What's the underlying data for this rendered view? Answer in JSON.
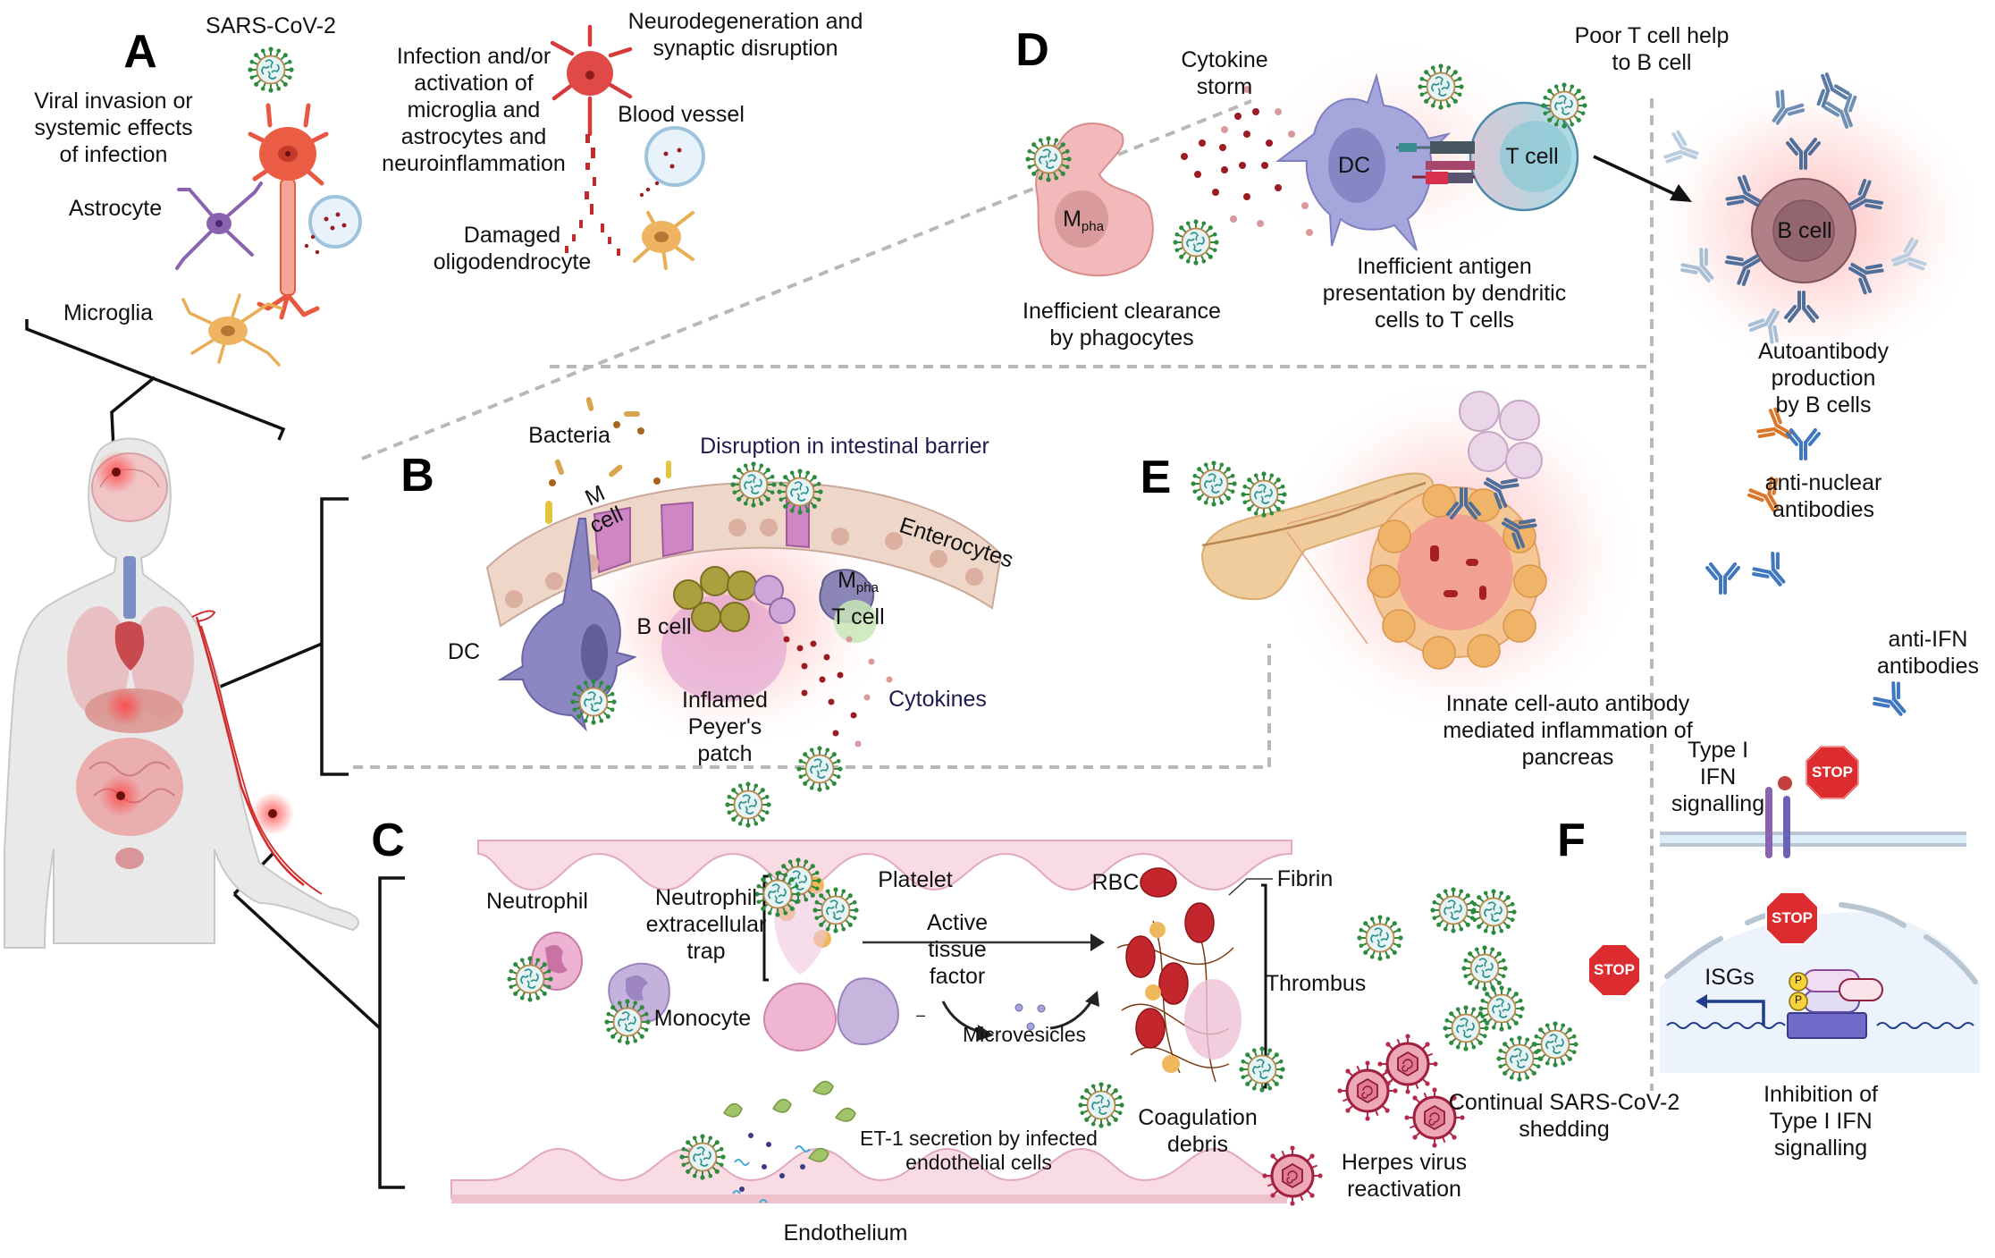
{
  "figure": {
    "panels": {
      "A": {
        "letter": "A",
        "virus_label": "SARS-CoV-2",
        "viral_invasion": "Viral invasion or\nsystemic effects\nof infection",
        "astrocyte": "Astrocyte",
        "microglia": "Microglia",
        "infection_activation": "Infection and/or\nactivation of\nmicroglia and\nastrocytes and\nneuroinflammation",
        "neurodegeneration": "Neurodegeneration and\nsynaptic disruption",
        "blood_vessel": "Blood vessel",
        "damaged_oligo": "Damaged\noligodendrocyte"
      },
      "B": {
        "letter": "B",
        "bacteria": "Bacteria",
        "disruption": "Disruption in intestinal barrier",
        "m_cell": "M\ncell",
        "enterocytes": "Enterocytes",
        "dc": "DC",
        "b_cell": "B cell",
        "mpha_main": "M",
        "mpha_sub": "pha",
        "t_cell": "T cell",
        "peyers_patch": "Inflamed\nPeyer's\npatch",
        "cytokines": "Cytokines"
      },
      "C": {
        "letter": "C",
        "neutrophil": "Neutrophil",
        "net": "Neutrophil\nextracellular\ntrap",
        "platelet": "Platelet",
        "rbc": "RBC",
        "fibrin": "Fibrin",
        "active_tissue_factor": "Active\ntissue\nfactor",
        "thrombus": "Thrombus",
        "monocyte": "Monocyte",
        "microvesicles": "Microvesicles",
        "coagulation_debris": "Coagulation\ndebris",
        "et1_secretion": "ET-1 secretion by infected\nendothelial cells",
        "endothelium": "Endothelium",
        "dash": "–"
      },
      "D": {
        "letter": "D",
        "cytokine_storm": "Cytokine\nstorm",
        "poor_t_help": "Poor T cell help\nto B cell",
        "dc": "DC",
        "t_cell": "T cell",
        "b_cell": "B cell",
        "mpha_main": "M",
        "mpha_sub": "pha",
        "inefficient_clearance": "Inefficient clearance\nby phagocytes",
        "inefficient_antigen": "Inefficient antigen\npresentation by dendritic\ncells to T cells",
        "autoantibody": "Autoantibody production\nby B cells"
      },
      "E": {
        "letter": "E",
        "pancreas_inflammation": "Innate cell-auto antibody\nmediated inflammation of\npancreas"
      },
      "F": {
        "letter": "F",
        "anti_nuclear": "anti-nuclear\nantibodies",
        "anti_ifn": "anti-IFN\nantibodies",
        "type1_ifn": "Type I\nIFN\nsignalling",
        "isgs": "ISGs",
        "phospho": "P",
        "inhibition": "Inhibition of\nType I IFN\nsignalling",
        "continual_shedding": "Continual SARS-CoV-2\nshedding",
        "herpes": "Herpes virus\nreactivation",
        "stop_label": "STOP"
      }
    },
    "colors": {
      "virus_fill": "#e6f4f5",
      "virus_spike": "#2e8b3e",
      "virus_rna": "#2b8f8c",
      "neuron": "#e8573f",
      "astrocyte": "#8a63b0",
      "microglia": "#e8ad55",
      "dc": "#9fa0d6",
      "t_cell": "#9fd3de",
      "b_cell": "#a87a82",
      "macrophage": "#f1b9b9",
      "rbc": "#c4262e",
      "cytokine": "#9b1b22",
      "stop": "#dd2c30",
      "antibody_blue": "#3f78c0",
      "antibody_orange": "#d9782c",
      "endothelium": "#f6cdd8",
      "inflammation_glow": "#ff8a8a",
      "divider": "#b8b8b8",
      "herpes": "#b5284a"
    }
  }
}
